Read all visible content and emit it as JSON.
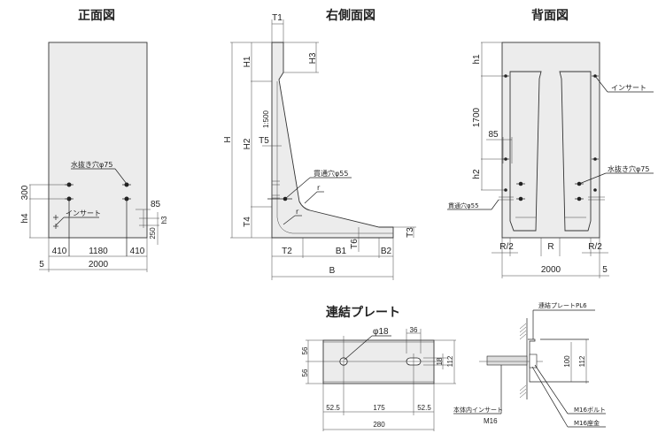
{
  "colors": {
    "concrete": "#ececec",
    "line": "#222222",
    "background": "#ffffff"
  },
  "front_view": {
    "title": "正面図",
    "drain_label": "水抜き穴φ75",
    "insert_label": "インサート",
    "dims": {
      "d300": "300",
      "h4": "h4",
      "d85": "85",
      "d250": "250",
      "h3": "h3",
      "d410a": "410",
      "d1180": "1180",
      "d410b": "410",
      "d5": "5",
      "d2000": "2000"
    }
  },
  "side_view": {
    "title": "右側面図",
    "through_hole_label": "貫通穴φ55",
    "r1": "r",
    "r2": "r",
    "dims": {
      "T1": "T1",
      "H1": "H1",
      "H3": "H3",
      "H": "H",
      "H2": "H2",
      "slope": "1:500",
      "T5": "T5",
      "T4": "T4",
      "T6": "T6",
      "T3": "T3",
      "T2": "T2",
      "B1": "B1",
      "B2": "B2",
      "B": "B"
    }
  },
  "back_view": {
    "title": "背面図",
    "insert_label": "インサート",
    "drain_label": "水抜き穴φ75",
    "through_hole_label": "貫通穴φ55",
    "dims": {
      "h1": "h1",
      "d1700": "1700",
      "d85": "85",
      "h2": "h2",
      "R2a": "R/2",
      "R": "R",
      "R2b": "R/2",
      "d2000": "2000",
      "d5": "5"
    }
  },
  "plate": {
    "title": "連結プレート",
    "hole_label": "φ18",
    "dims": {
      "d36": "36",
      "d56a": "56",
      "d56b": "56",
      "d18": "18",
      "d112": "112",
      "d52a": "52.5",
      "d175": "175",
      "d52b": "52.5",
      "d280": "280"
    }
  },
  "plate_section": {
    "plate_label": "連結プレートPL6",
    "insert_label": "本体内インサート",
    "insert_size": "M16",
    "bolt_label": "M16ボルト",
    "washer_label": "M16座金",
    "dims": {
      "d100": "100",
      "d112": "112"
    }
  }
}
